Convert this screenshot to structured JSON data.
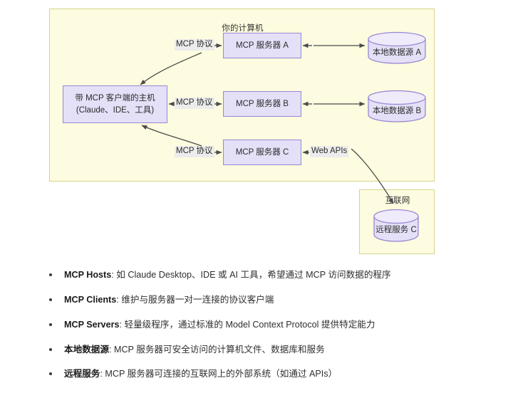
{
  "diagram": {
    "host_machine": {
      "title": "你的计算机",
      "nodes": {
        "host": {
          "line1": "带 MCP 客户端的主机",
          "line2": "(Claude、IDE、工具)"
        },
        "server_a": "MCP 服务器 A",
        "server_b": "MCP 服务器 B",
        "server_c": "MCP 服务器 C",
        "datasource_a": "本地数据源 A",
        "datasource_b": "本地数据源 B"
      },
      "edge_labels": {
        "protocol_a": "MCP 协议",
        "protocol_b": "MCP 协议",
        "protocol_c": "MCP 协议",
        "web_apis": "Web APIs"
      }
    },
    "internet": {
      "title": "互联网",
      "remote_service": "远程服务 C"
    },
    "colors": {
      "group_fill": "#FDFCE0",
      "group_stroke": "#D6D48A",
      "node_fill": "#E4E0F7",
      "node_stroke": "#9A86D4",
      "edge_label_fill": "#ECECEC",
      "arrow_stroke": "#4a4a4a"
    }
  },
  "legend": {
    "items": [
      {
        "term": "MCP Hosts",
        "sep": ": ",
        "desc": "如 Claude Desktop、IDE 或 AI 工具，希望通过 MCP 访问数据的程序"
      },
      {
        "term": "MCP Clients",
        "sep": ": ",
        "desc": "维护与服务器一对一连接的协议客户端"
      },
      {
        "term": "MCP Servers",
        "sep": ": ",
        "desc": "轻量级程序，通过标准的 Model Context Protocol 提供特定能力"
      },
      {
        "term": "本地数据源",
        "sep": ": ",
        "desc": "MCP 服务器可安全访问的计算机文件、数据库和服务"
      },
      {
        "term": "远程服务",
        "sep": ": ",
        "desc": "MCP 服务器可连接的互联网上的外部系统（如通过 APIs）"
      }
    ]
  }
}
